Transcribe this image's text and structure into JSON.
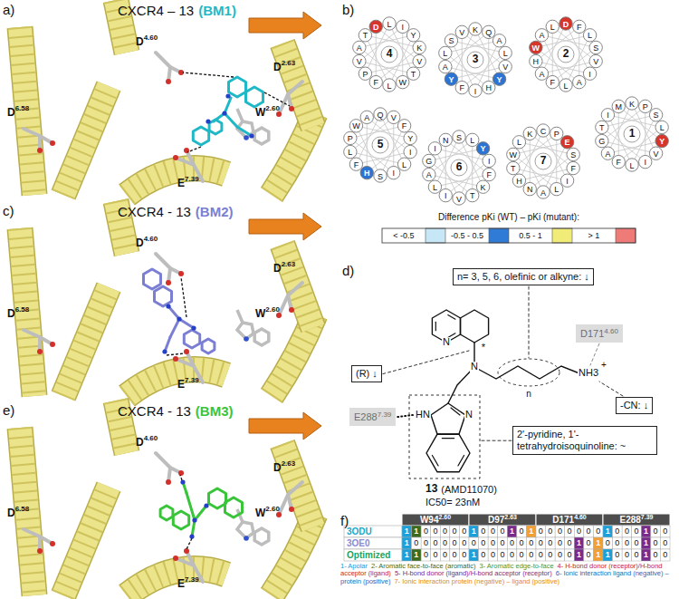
{
  "diagram": {
    "nodes": [
      {
        "text": [
          "n= 3, 5, 6, olefinic or alkyne: ↓"
        ]
      },
      {
        "text": [
          "(R) ↓"
        ]
      },
      {
        "text": [
          "D171",
          "4.60"
        ]
      },
      {
        "text": [
          "-CN: ↓"
        ]
      },
      {
        "text": [
          "E288",
          "7.39"
        ]
      },
      {
        "text": [
          "2'-pyridine, 1'-tetrahydroisoquinoline: ~"
        ]
      }
    ],
    "labels": [
      "a)",
      "CXCR4 – 13",
      "(BM1)",
      "D",
      "4.60",
      "D",
      "2.63",
      "D",
      "6.58",
      "W",
      "2.60",
      "E",
      "7.39",
      "c)",
      "CXCR4 - 13",
      "(BM2)",
      "D",
      "4.60",
      "D",
      "2.63",
      "D",
      "6.58",
      "W",
      "2.60",
      "E",
      "7.39",
      "e)",
      "CXCR4 - 13",
      "(BM3)",
      "D",
      "4.60",
      "D",
      "2.63",
      "D",
      "6.58",
      "W",
      "2.60",
      "E",
      "7.39",
      "b)",
      "4",
      "L",
      "I",
      "Y",
      "K",
      "V",
      "T",
      "W",
      "L",
      "F",
      "P",
      "V",
      "A",
      "T",
      "D",
      "3",
      "K",
      "Q",
      "A",
      "L",
      "V",
      "Y",
      "H",
      "I",
      "F",
      "Y",
      "A",
      "L",
      "S",
      "V",
      "2",
      "D",
      "F",
      "L",
      "S",
      "V",
      "I",
      "A",
      "L",
      "F",
      "A",
      "H",
      "W",
      "A",
      "L",
      "5",
      "Q",
      "V",
      "F",
      "Y",
      "I",
      "L",
      "I",
      "S",
      "H",
      "F",
      "L",
      "P",
      "W",
      "A",
      "6",
      "S",
      "L",
      "Y",
      "I",
      "F",
      "K",
      "T",
      "V",
      "I",
      "L",
      "A",
      "G",
      "I",
      "N",
      "7",
      "C",
      "P",
      "E",
      "S",
      "F",
      "I",
      "L",
      "A",
      "N",
      "H",
      "T",
      "W",
      "L",
      "K",
      "1",
      "K",
      "P",
      "S",
      "L",
      "Y",
      "V",
      "I",
      "L",
      "F",
      "A",
      "G",
      "T",
      "I",
      "M",
      "Difference pKi (WT) – pKi (mutant):",
      "d)",
      "N",
      "*",
      "N",
      "n",
      "NH3",
      "+",
      "HN",
      "N",
      "13",
      "(AMD11070)",
      "IC50= 23nM",
      "f)",
      "W94",
      "2.60",
      "D97",
      "2.63",
      "D171",
      "4.60",
      "E288",
      "7.39",
      "3ODU",
      "1",
      "1",
      "0",
      "0",
      "0",
      "0",
      "0",
      "1",
      "0",
      "0",
      "0",
      "1",
      "0",
      "1",
      "0",
      "0",
      "0",
      "0",
      "0",
      "0",
      "0",
      "1",
      "0",
      "0",
      "0",
      "1",
      "0",
      "0",
      "3OE0",
      "1",
      "0",
      "0",
      "0",
      "0",
      "0",
      "0",
      "0",
      "0",
      "0",
      "0",
      "0",
      "0",
      "0",
      "0",
      "0",
      "0",
      "0",
      "1",
      "0",
      "1",
      "0",
      "0",
      "0",
      "0",
      "1",
      "0",
      "0",
      "Optimized",
      "1",
      "1",
      "0",
      "0",
      "0",
      "0",
      "0",
      "1",
      "0",
      "0",
      "0",
      "0",
      "0",
      "0",
      "0",
      "0",
      "0",
      "0",
      "1",
      "0",
      "1",
      "1",
      "0",
      "0",
      "0",
      "1",
      "0",
      "0",
      "1- Apolar",
      "2- Aromatic face-to-face (aromatic)",
      "3- Aromatic edge-to-face",
      "4- H-bond donor (receptor)/H-bond acceptor (ligand)",
      "5- H-bond donor (ligand)/H-bond acceptor (receptor)",
      "6- Ionic interaction ligand (negative) – protein (positive)",
      "7- Ionic interaction protein (negative) – ligand (positive)"
    ],
    "legend": [
      {
        "text": "< -0.5",
        "color": "#c7e7f6"
      },
      {
        "text": "-0.5 - 0.5",
        "color": "#2f7bd5"
      },
      {
        "text": "0.5 - 1",
        "color": "#f1ec78"
      },
      {
        "text": "> 1",
        "color": "#ef7b78"
      }
    ]
  }
}
